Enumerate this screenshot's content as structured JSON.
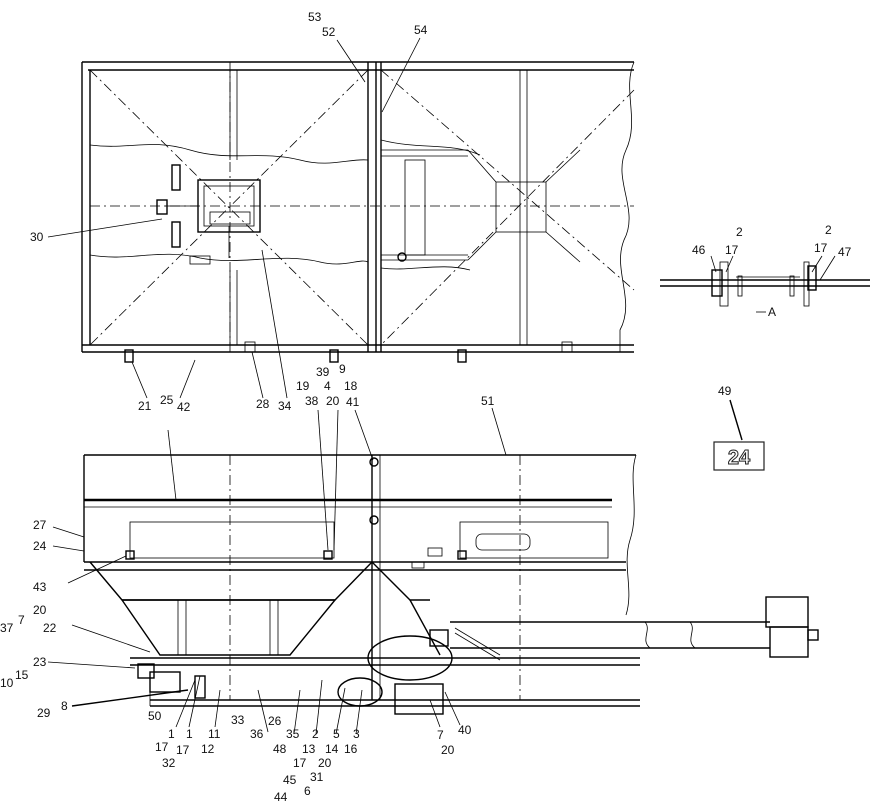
{
  "callouts": [
    {
      "id": "c53a",
      "text": "53"
    },
    {
      "id": "c52a",
      "text": "52"
    },
    {
      "id": "c54a",
      "text": "54"
    },
    {
      "id": "c30",
      "text": "30"
    },
    {
      "id": "c2a",
      "text": "2"
    },
    {
      "id": "c46",
      "text": "46"
    },
    {
      "id": "c17a",
      "text": "17"
    },
    {
      "id": "c2b",
      "text": "2"
    },
    {
      "id": "c17b",
      "text": "17"
    },
    {
      "id": "c47",
      "text": "47"
    },
    {
      "id": "c21",
      "text": "21"
    },
    {
      "id": "c42",
      "text": "42"
    },
    {
      "id": "c28",
      "text": "28"
    },
    {
      "id": "c34",
      "text": "34"
    },
    {
      "id": "c39",
      "text": "39"
    },
    {
      "id": "c9",
      "text": "9"
    },
    {
      "id": "c19",
      "text": "19"
    },
    {
      "id": "c4",
      "text": "4"
    },
    {
      "id": "c18",
      "text": "18"
    },
    {
      "id": "c38",
      "text": "38"
    },
    {
      "id": "c20a",
      "text": "20"
    },
    {
      "id": "c41",
      "text": "41"
    },
    {
      "id": "c25",
      "text": "25"
    },
    {
      "id": "c51",
      "text": "51"
    },
    {
      "id": "c49",
      "text": "49"
    },
    {
      "id": "c27",
      "text": "27"
    },
    {
      "id": "c24",
      "text": "24"
    },
    {
      "id": "c43",
      "text": "43"
    },
    {
      "id": "c20b",
      "text": "20"
    },
    {
      "id": "c7a",
      "text": "7"
    },
    {
      "id": "c37",
      "text": "37"
    },
    {
      "id": "c22",
      "text": "22"
    },
    {
      "id": "c23",
      "text": "23"
    },
    {
      "id": "c15",
      "text": "15"
    },
    {
      "id": "c10",
      "text": "10"
    },
    {
      "id": "c29",
      "text": "29"
    },
    {
      "id": "c8",
      "text": "8"
    },
    {
      "id": "c50",
      "text": "50"
    },
    {
      "id": "c1a",
      "text": "1"
    },
    {
      "id": "c1b",
      "text": "1"
    },
    {
      "id": "c11",
      "text": "11"
    },
    {
      "id": "c33",
      "text": "33"
    },
    {
      "id": "c36",
      "text": "36"
    },
    {
      "id": "c26",
      "text": "26"
    },
    {
      "id": "c35",
      "text": "35"
    },
    {
      "id": "c2c",
      "text": "2"
    },
    {
      "id": "c5",
      "text": "5"
    },
    {
      "id": "c3",
      "text": "3"
    },
    {
      "id": "c40",
      "text": "40"
    },
    {
      "id": "c17c",
      "text": "17"
    },
    {
      "id": "c17d",
      "text": "17"
    },
    {
      "id": "c12",
      "text": "12"
    },
    {
      "id": "c48",
      "text": "48"
    },
    {
      "id": "c13",
      "text": "13"
    },
    {
      "id": "c14",
      "text": "14"
    },
    {
      "id": "c16",
      "text": "16"
    },
    {
      "id": "c7b",
      "text": "7"
    },
    {
      "id": "c20c",
      "text": "20"
    },
    {
      "id": "c32",
      "text": "32"
    },
    {
      "id": "c17e",
      "text": "17"
    },
    {
      "id": "c20d",
      "text": "20"
    },
    {
      "id": "c45",
      "text": "45"
    },
    {
      "id": "c31",
      "text": "31"
    },
    {
      "id": "c44",
      "text": "44"
    },
    {
      "id": "c6",
      "text": "6"
    }
  ],
  "badge": {
    "text": "24"
  },
  "view_marker": {
    "text": "A"
  }
}
